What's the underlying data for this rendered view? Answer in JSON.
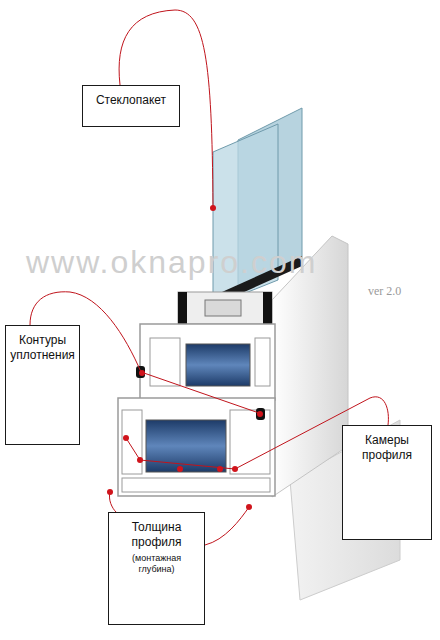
{
  "diagram": {
    "nodes": [
      {
        "text": [
          "Стеклопакет"
        ]
      },
      {
        "text": [
          "Контуры уплотнения"
        ]
      },
      {
        "text": [
          "Камеры профиля"
        ]
      },
      {
        "text": [
          "Толщина профиля",
          "(монтажная глубина)"
        ]
      }
    ],
    "labels": [
      "www.oknapro.com",
      "ver 2.0"
    ]
  }
}
